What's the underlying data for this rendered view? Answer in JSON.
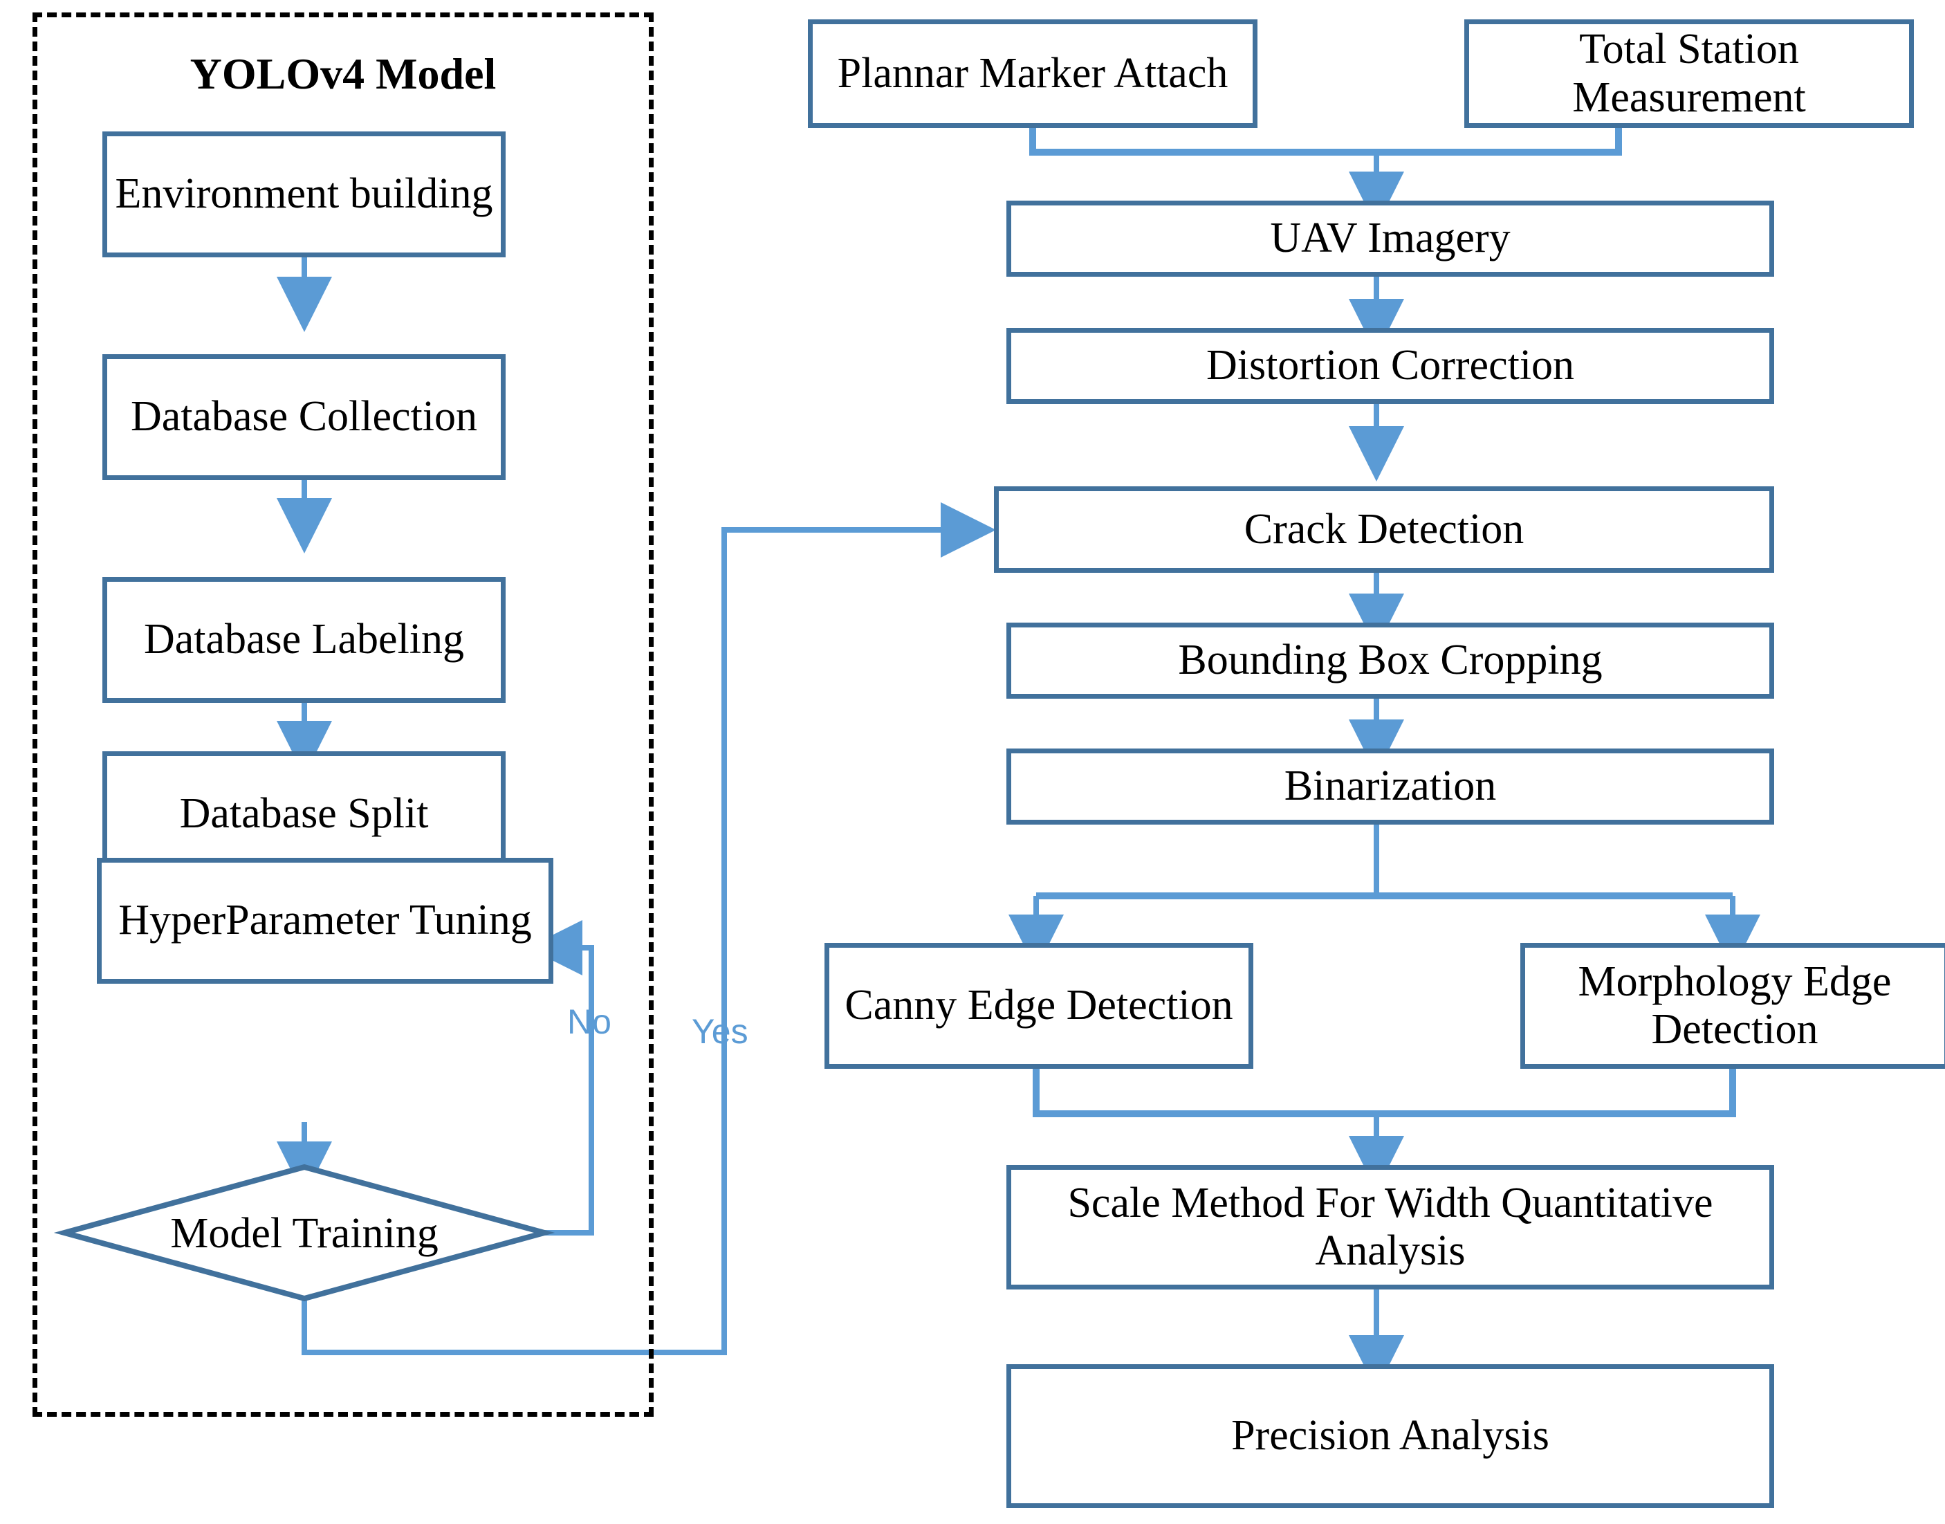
{
  "diagram": {
    "title_visible": false,
    "colors": {
      "box_border": "#41719C",
      "connector": "#5B9BD5",
      "group_border": "#000000",
      "text": "#000000",
      "edge_label": "#5B9BD5",
      "background": "#FFFFFF"
    },
    "group": {
      "label": "YOLOv4 Model"
    },
    "left_column": {
      "nodes": [
        {
          "id": "environment-building",
          "label": "Environment building"
        },
        {
          "id": "database-collection",
          "label": "Database Collection"
        },
        {
          "id": "database-labeling",
          "label": "Database Labeling"
        },
        {
          "id": "database-split",
          "label": "Database Split"
        },
        {
          "id": "hyperparameter-tuning",
          "label": "HyperParameter Tuning"
        },
        {
          "id": "model-training",
          "label": "Model Training",
          "shape": "decision"
        }
      ],
      "edge_labels": {
        "no": "No",
        "yes": "Yes"
      }
    },
    "right_column": {
      "nodes": [
        {
          "id": "plannar-marker-attach",
          "label": "Plannar Marker Attach"
        },
        {
          "id": "total-station-measurement",
          "label": "Total Station Measurement"
        },
        {
          "id": "uav-imagery",
          "label": "UAV Imagery"
        },
        {
          "id": "distortion-correction",
          "label": "Distortion Correction"
        },
        {
          "id": "crack-detection",
          "label": "Crack Detection"
        },
        {
          "id": "bounding-box-cropping",
          "label": "Bounding Box Cropping"
        },
        {
          "id": "binarization",
          "label": "Binarization"
        },
        {
          "id": "canny-edge-detection",
          "label": "Canny Edge Detection"
        },
        {
          "id": "morphology-edge-detection",
          "label": "Morphology Edge Detection"
        },
        {
          "id": "scale-method",
          "label": "Scale Method For Width Quantitative Analysis"
        },
        {
          "id": "precision-analysis",
          "label": "Precision Analysis"
        }
      ]
    }
  }
}
